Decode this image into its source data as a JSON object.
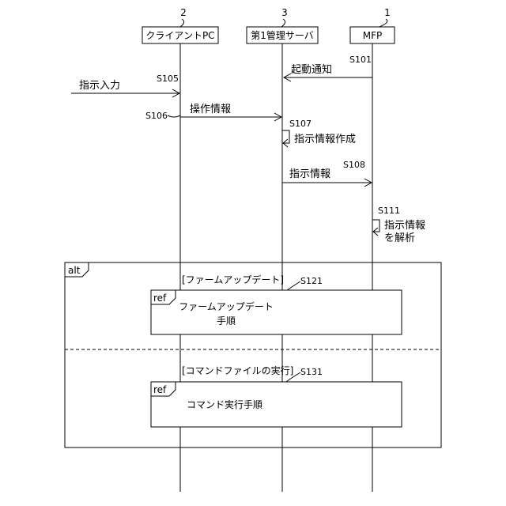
{
  "participants": [
    {
      "number": "2",
      "name": "クライアントPC"
    },
    {
      "number": "3",
      "name": "第1管理サーバ"
    },
    {
      "number": "1",
      "name": "MFP"
    }
  ],
  "messages": {
    "s101": {
      "step": "S101",
      "label": "起動通知"
    },
    "s105": {
      "step": "S105",
      "label": "指示入力"
    },
    "s106": {
      "step": "S106",
      "label": "操作情報"
    },
    "s107": {
      "step": "S107",
      "label": "指示情報作成"
    },
    "s108": {
      "step": "S108",
      "label": "指示情報"
    },
    "s111": {
      "step": "S111",
      "label_line1": "指示情報",
      "label_line2": "を解析"
    }
  },
  "alt": {
    "tag": "alt",
    "operand1": {
      "guard": "[ファームアップデート]",
      "step": "S121",
      "ref_tag": "ref",
      "ref_line1": "ファームアップデート",
      "ref_line2": "手順"
    },
    "operand2": {
      "guard": "[コマンドファイルの実行]",
      "step": "S131",
      "ref_tag": "ref",
      "ref_line1": "コマンド実行手順"
    }
  }
}
